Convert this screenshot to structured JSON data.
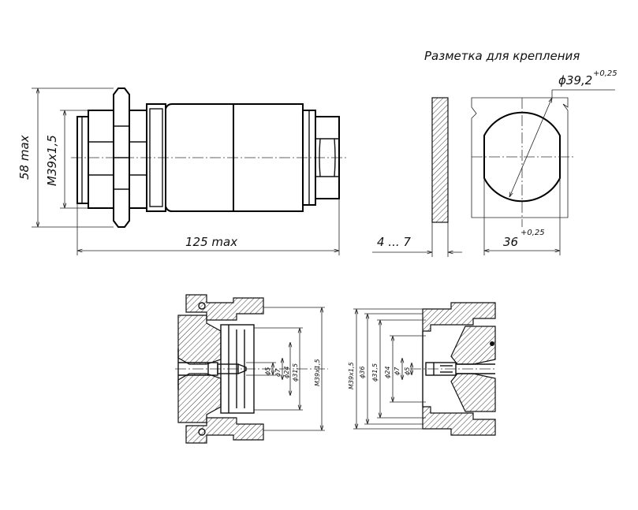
{
  "title": "Разметка для крепления",
  "dimensions": {
    "height_max": "58 max",
    "thread": "M39x1,5",
    "length_max": "125 max",
    "panel_thickness": "4 ... 7",
    "hole_diameter": "ϕ39,2",
    "hole_diameter_tol": "+0,25",
    "flat_width": "36",
    "flat_width_tol": "+0,25"
  },
  "section_left": {
    "d1": "ϕ5",
    "d2": "ϕ7",
    "d3": "ϕ24",
    "d4": "ϕ31,5",
    "d5": "M39x1,5"
  },
  "section_right": {
    "d1": "M39x1,5",
    "d2": "ϕ36",
    "d3": "ϕ31,5",
    "d4": "ϕ24",
    "d5": "ϕ7",
    "d6": "ϕ5"
  }
}
